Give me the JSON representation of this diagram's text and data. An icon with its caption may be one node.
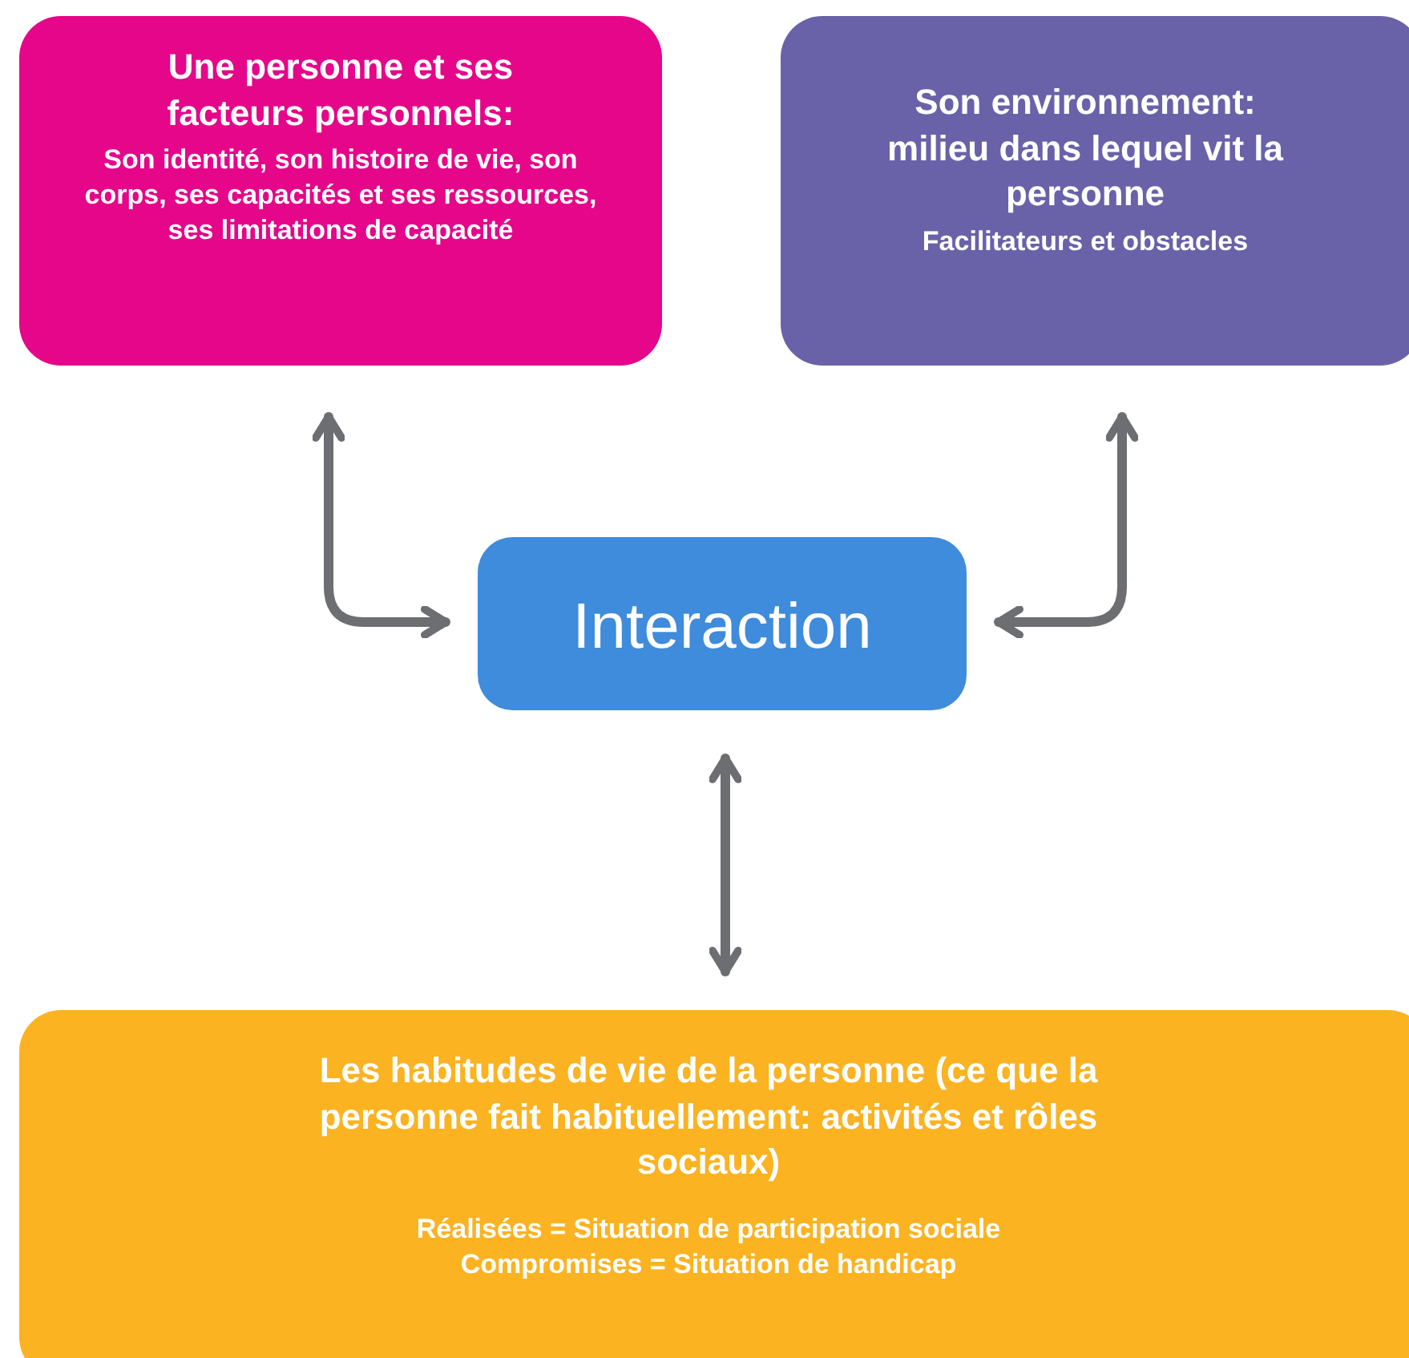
{
  "diagram": {
    "nodes": [
      {
        "text": [
          "Une personne et ses facteurs personnels:",
          "Son identité, son histoire de vie, son corps, ses capacités et ses ressources, ses limitations de capacité"
        ]
      },
      {
        "text": [
          "Son environnement: milieu dans lequel vit la personne",
          "Facilitateurs et obstacles"
        ]
      },
      {
        "text": [
          "Interaction"
        ]
      },
      {
        "text": [
          "Les habitudes de vie de la personne (ce que la personne fait habituellement: activités et rôles sociaux)",
          "Réalisées = Situation de participation sociale",
          "Compromises = Situation de handicap"
        ]
      }
    ],
    "edges": [
      {
        "from": 0,
        "to": 2,
        "arrow": "both"
      },
      {
        "from": 1,
        "to": 2,
        "arrow": "both"
      },
      {
        "from": 2,
        "to": 3,
        "arrow": "both"
      }
    ]
  }
}
